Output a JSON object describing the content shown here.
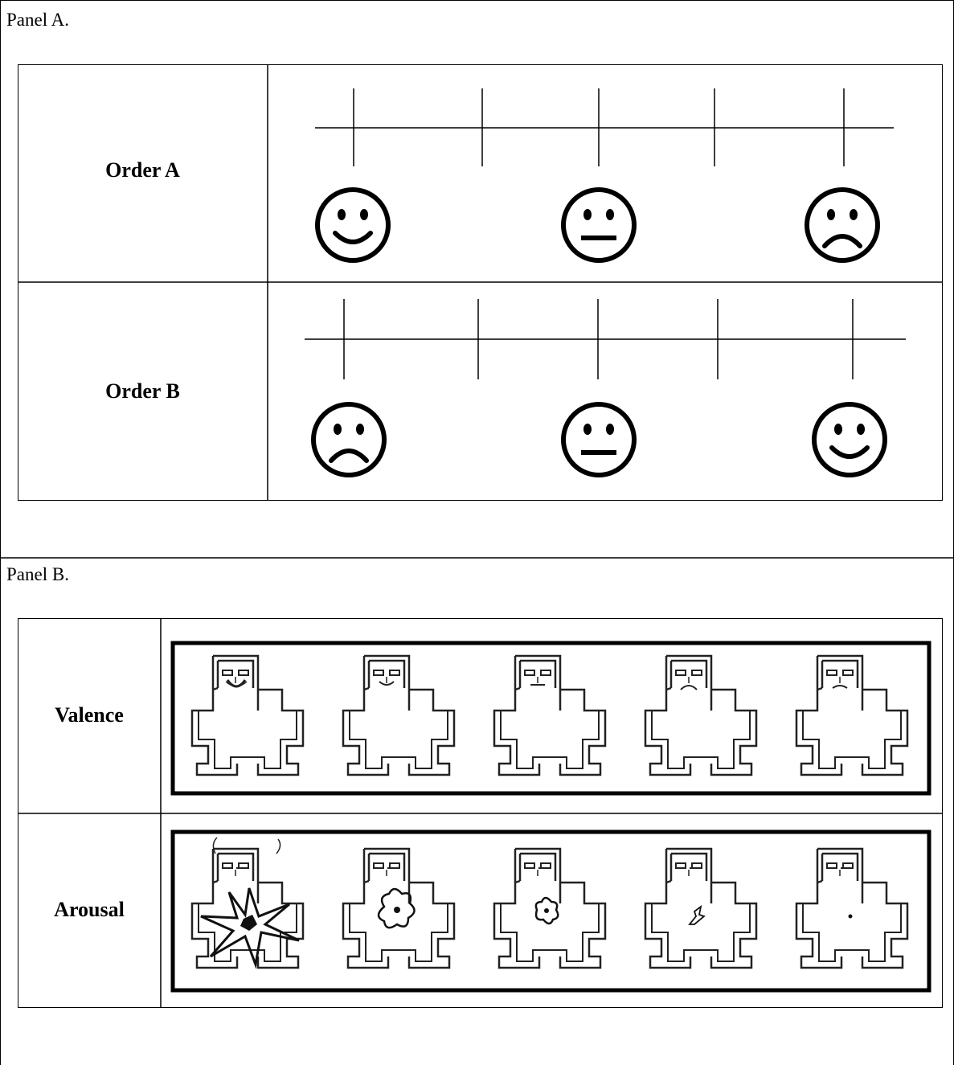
{
  "panel_a": {
    "label": "Panel A.",
    "rows": [
      {
        "label": "Order A",
        "faces": [
          "happy",
          "neutral",
          "sad"
        ]
      },
      {
        "label": "Order B",
        "faces": [
          "sad",
          "neutral",
          "happy"
        ]
      }
    ]
  },
  "panel_b": {
    "label": "Panel B.",
    "rows": [
      {
        "label": "Valence",
        "figures": [
          "very-happy",
          "happy",
          "neutral",
          "sad",
          "very-sad"
        ]
      },
      {
        "label": "Arousal",
        "figures": [
          "explosion-large",
          "burst-medium",
          "burst-small",
          "spark",
          "dot"
        ]
      }
    ]
  }
}
